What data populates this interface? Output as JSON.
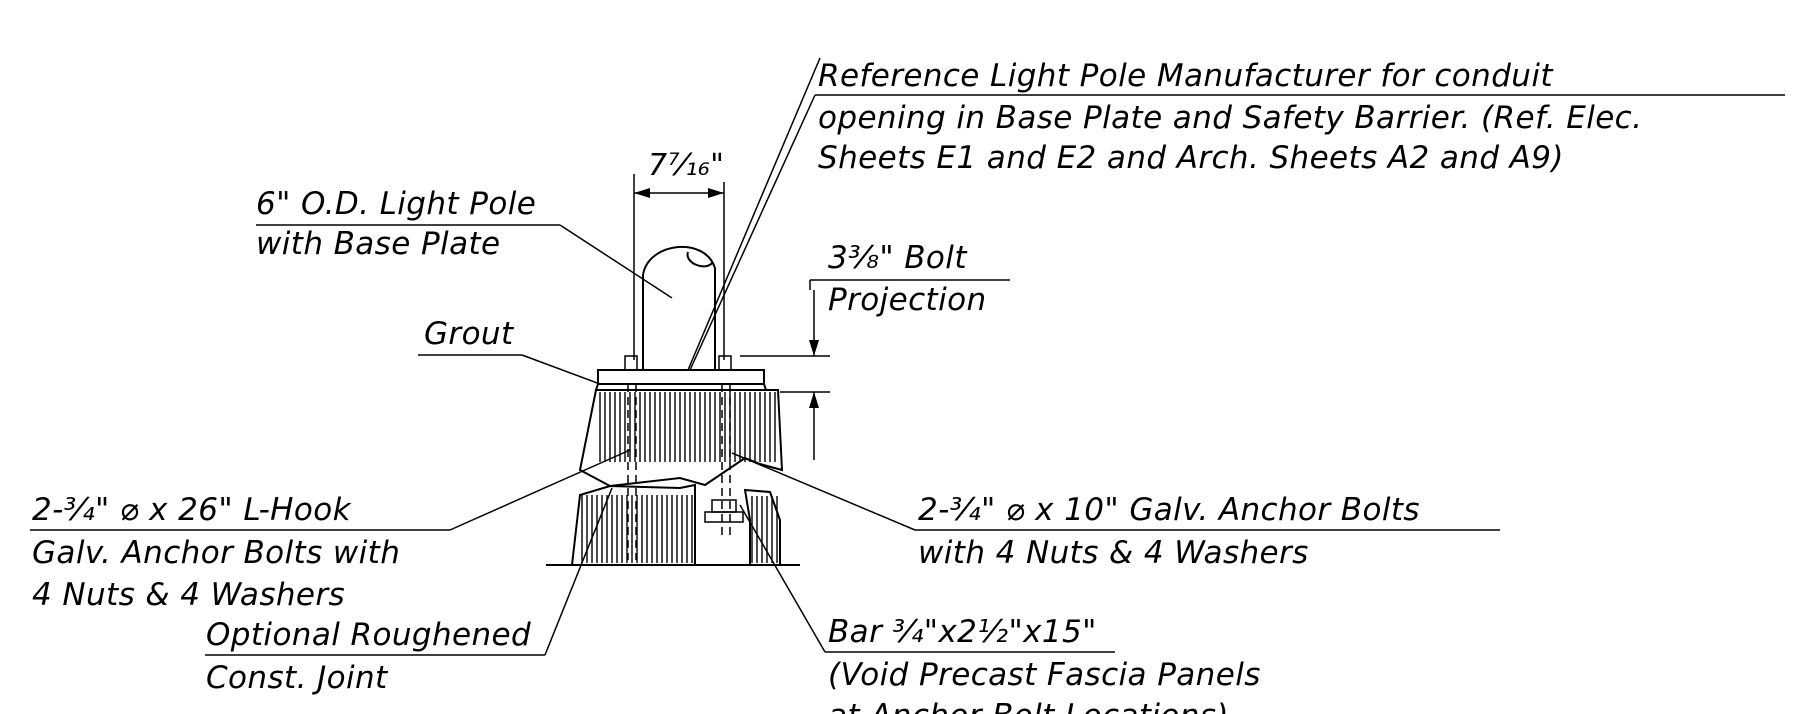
{
  "labels": {
    "ref_line1": "Reference Light Pole Manufacturer for conduit",
    "ref_line2": "opening in Base Plate and Safety Barrier. (Ref. Elec.",
    "ref_line3": "Sheets E1 and E2 and Arch. Sheets A2 and A9)",
    "pole_dim": "7⁷⁄₁₆\"",
    "pole_line1": "6\" O.D. Light Pole",
    "pole_line2": "with Base Plate",
    "bolt_proj_line1": "3³⁄₈\" Bolt",
    "bolt_proj_line2": "Projection",
    "grout": "Grout",
    "lhook_line1": "2-³⁄₄\" ⌀  x 26\" L-Hook",
    "lhook_line2": "Galv. Anchor Bolts with",
    "lhook_line3": "4 Nuts & 4 Washers",
    "joint_line1": "Optional Roughened",
    "joint_line2": "Const. Joint",
    "anchor_line1": "2-³⁄₄\" ⌀  x 10\" Galv. Anchor Bolts",
    "anchor_line2": "with 4 Nuts & 4 Washers",
    "bar_line1": "Bar ³⁄₄\"x2¹⁄₂\"x15\"",
    "bar_line2": "(Void Precast Fascia Panels",
    "bar_line3": "at Anchor Bolt Locations)"
  },
  "colors": {
    "ink": "#000000",
    "background": "#ffffff"
  }
}
